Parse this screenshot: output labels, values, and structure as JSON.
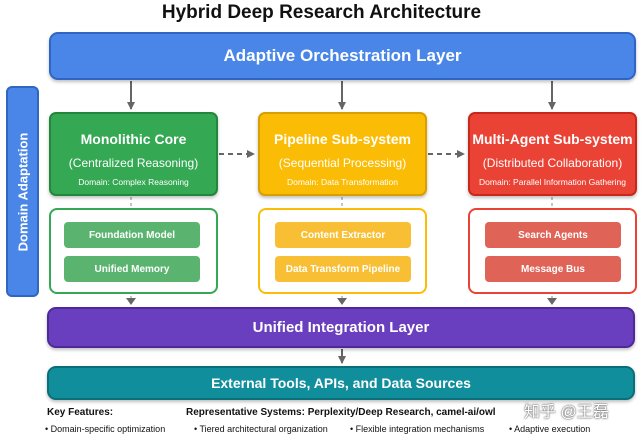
{
  "title": "Hybrid Deep Research Architecture",
  "orchestration": "Adaptive Orchestration Layer",
  "domain_adaptation": "Domain Adaptation",
  "systems": [
    {
      "name": "Monolithic Core",
      "subtitle": "(Centralized Reasoning)",
      "domain": "Domain: Complex Reasoning",
      "color": "#34a853",
      "components": [
        "Foundation Model",
        "Unified Memory"
      ]
    },
    {
      "name": "Pipeline Sub-system",
      "subtitle": "(Sequential Processing)",
      "domain": "Domain: Data Transformation",
      "color": "#fbbc05",
      "components": [
        "Content Extractor",
        "Data Transform Pipeline"
      ]
    },
    {
      "name": "Multi-Agent Sub-system",
      "subtitle": "(Distributed Collaboration)",
      "domain": "Domain: Parallel Information Gathering",
      "color": "#ea4335",
      "components": [
        "Search Agents",
        "Message Bus"
      ]
    }
  ],
  "integration": "Unified Integration Layer",
  "external": "External Tools, APIs, and Data Sources",
  "key_features_heading": "Key Features:",
  "representative_systems": "Representative Systems: Perplexity/Deep Research, camel-ai/owl",
  "features": [
    "• Domain-specific optimization",
    "• Tiered architectural organization",
    "• Flexible integration mechanisms",
    "• Adaptive execution"
  ],
  "watermark": "知乎 @王磊"
}
